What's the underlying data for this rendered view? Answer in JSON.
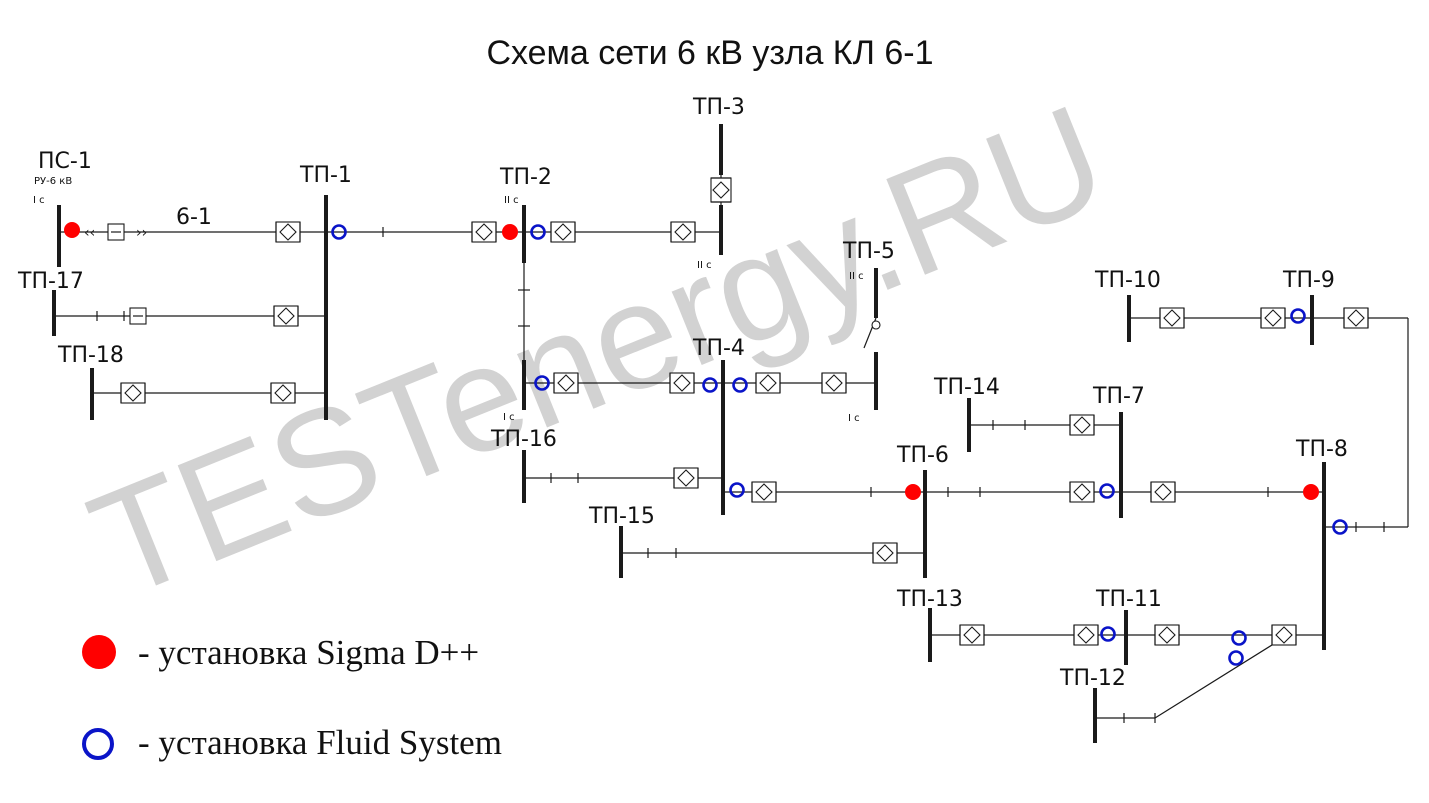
{
  "title": "Схема сети 6 кВ узла КЛ 6-1",
  "watermark": "TESTenergy.RU",
  "colors": {
    "sigma": "#ff0000",
    "fluid": "#0a14c8",
    "ink": "#1a1a1a",
    "watermark": "#d2d2d2"
  },
  "legend": {
    "sigma_label": "- установка Sigma D++",
    "fluid_label": "- установка Fluid System"
  },
  "line_label": "6-1",
  "nodes": {
    "ps1": {
      "label": "ПС-1",
      "sub": "РУ-6 кВ",
      "section": "I с"
    },
    "tp1": {
      "label": "ТП-1"
    },
    "tp2": {
      "label": "ТП-2",
      "section_top": "II с",
      "section_bottom": "I с"
    },
    "tp3": {
      "label": "ТП-3",
      "section": "II с"
    },
    "tp4": {
      "label": "ТП-4"
    },
    "tp5": {
      "label": "ТП-5",
      "section_top": "II с",
      "section_bottom": "I с"
    },
    "tp6": {
      "label": "ТП-6"
    },
    "tp7": {
      "label": "ТП-7"
    },
    "tp8": {
      "label": "ТП-8"
    },
    "tp9": {
      "label": "ТП-9"
    },
    "tp10": {
      "label": "ТП-10"
    },
    "tp11": {
      "label": "ТП-11"
    },
    "tp12": {
      "label": "ТП-12"
    },
    "tp13": {
      "label": "ТП-13"
    },
    "tp14": {
      "label": "ТП-14"
    },
    "tp15": {
      "label": "ТП-15"
    },
    "tp16": {
      "label": "ТП-16"
    },
    "tp17": {
      "label": "ТП-17"
    },
    "tp18": {
      "label": "ТП-18"
    }
  }
}
